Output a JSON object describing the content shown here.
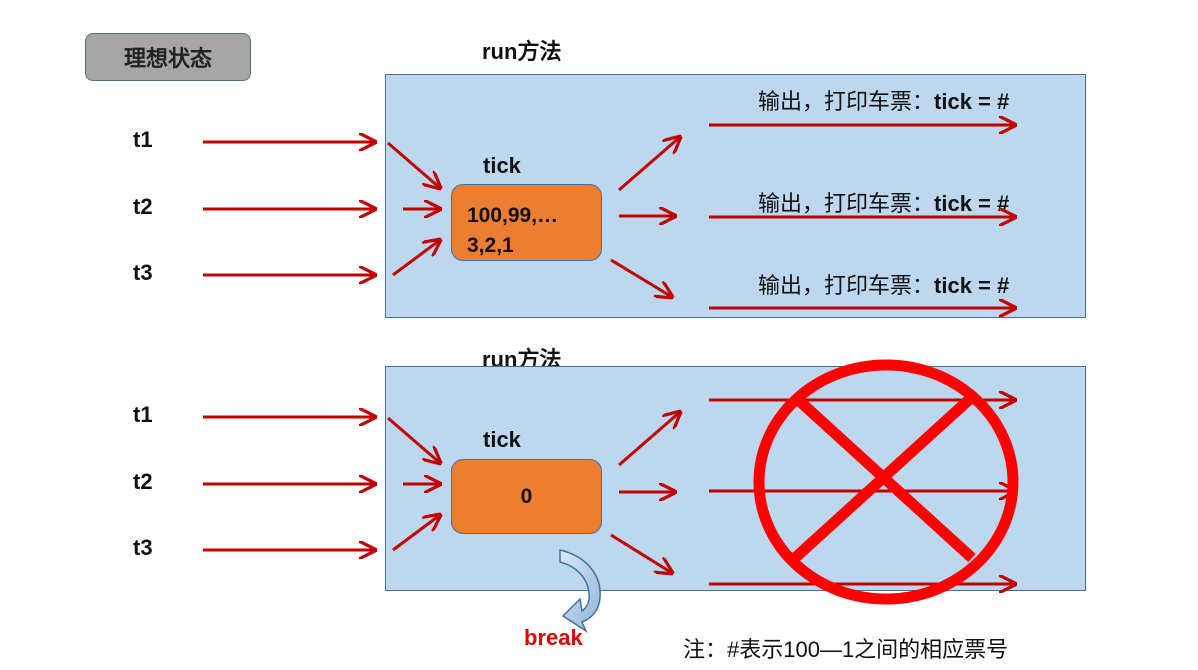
{
  "badge": {
    "label": "理想状态"
  },
  "run_title": "run方法",
  "threads": [
    "t1",
    "t2",
    "t3"
  ],
  "tick_label": "tick",
  "panel1": {
    "tick_values_line1": "100,99,…",
    "tick_values_line2": "3,2,1",
    "output_prefix": "输出，打印车票：",
    "output_expr": "tick = #"
  },
  "panel2": {
    "tick_value": "0",
    "break_label": "break"
  },
  "note": "注：#表示100—1之间的相应票号",
  "colors": {
    "arrow": "#c00000",
    "panel": "#bdd7ee",
    "tickbox": "#ed7d31",
    "cross": "#ff0000",
    "break": "#e00000"
  }
}
